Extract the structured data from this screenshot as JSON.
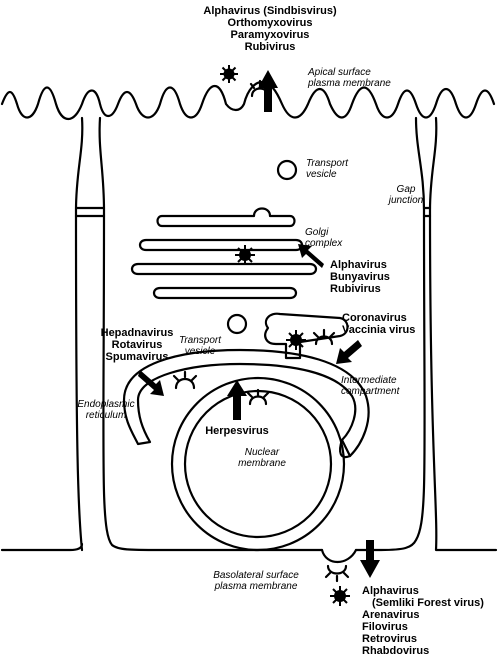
{
  "labels": {
    "apical_viruses": [
      "Alphavirus (Sindbisvirus)",
      "Orthomyxovirus",
      "Paramyxovirus",
      "Rubivirus"
    ],
    "apical_surface": [
      "Apical surface",
      "plasma membrane"
    ],
    "transport_vesicle_top": [
      "Transport",
      "vesicle"
    ],
    "gap_junction": [
      "Gap",
      "junction"
    ],
    "golgi_complex": [
      "Golgi",
      "complex"
    ],
    "golgi_viruses": [
      "Alphavirus",
      "Bunyavirus",
      "Rubivirus"
    ],
    "coronavirus_group": [
      "Coronavirus",
      "Vaccinia virus"
    ],
    "hepadnavirus_group": [
      "Hepadnavirus",
      "Rotavirus",
      "Spumavirus"
    ],
    "transport_vesicle_mid": [
      "Transport",
      "vesicle"
    ],
    "intermediate_compartment": [
      "Intermediate",
      "compartment"
    ],
    "endoplasmic_reticulum": [
      "Endoplasmic",
      "reticulum"
    ],
    "herpesvirus": [
      "Herpesvirus"
    ],
    "nuclear_membrane": [
      "Nuclear",
      "membrane"
    ],
    "basolateral_surface": [
      "Basolateral surface",
      "plasma membrane"
    ],
    "basolateral_viruses": [
      "Alphavirus",
      "(Semliki Forest virus)",
      "Arenavirus",
      "Filovirus",
      "Retrovirus",
      "Rhabdovirus"
    ]
  }
}
